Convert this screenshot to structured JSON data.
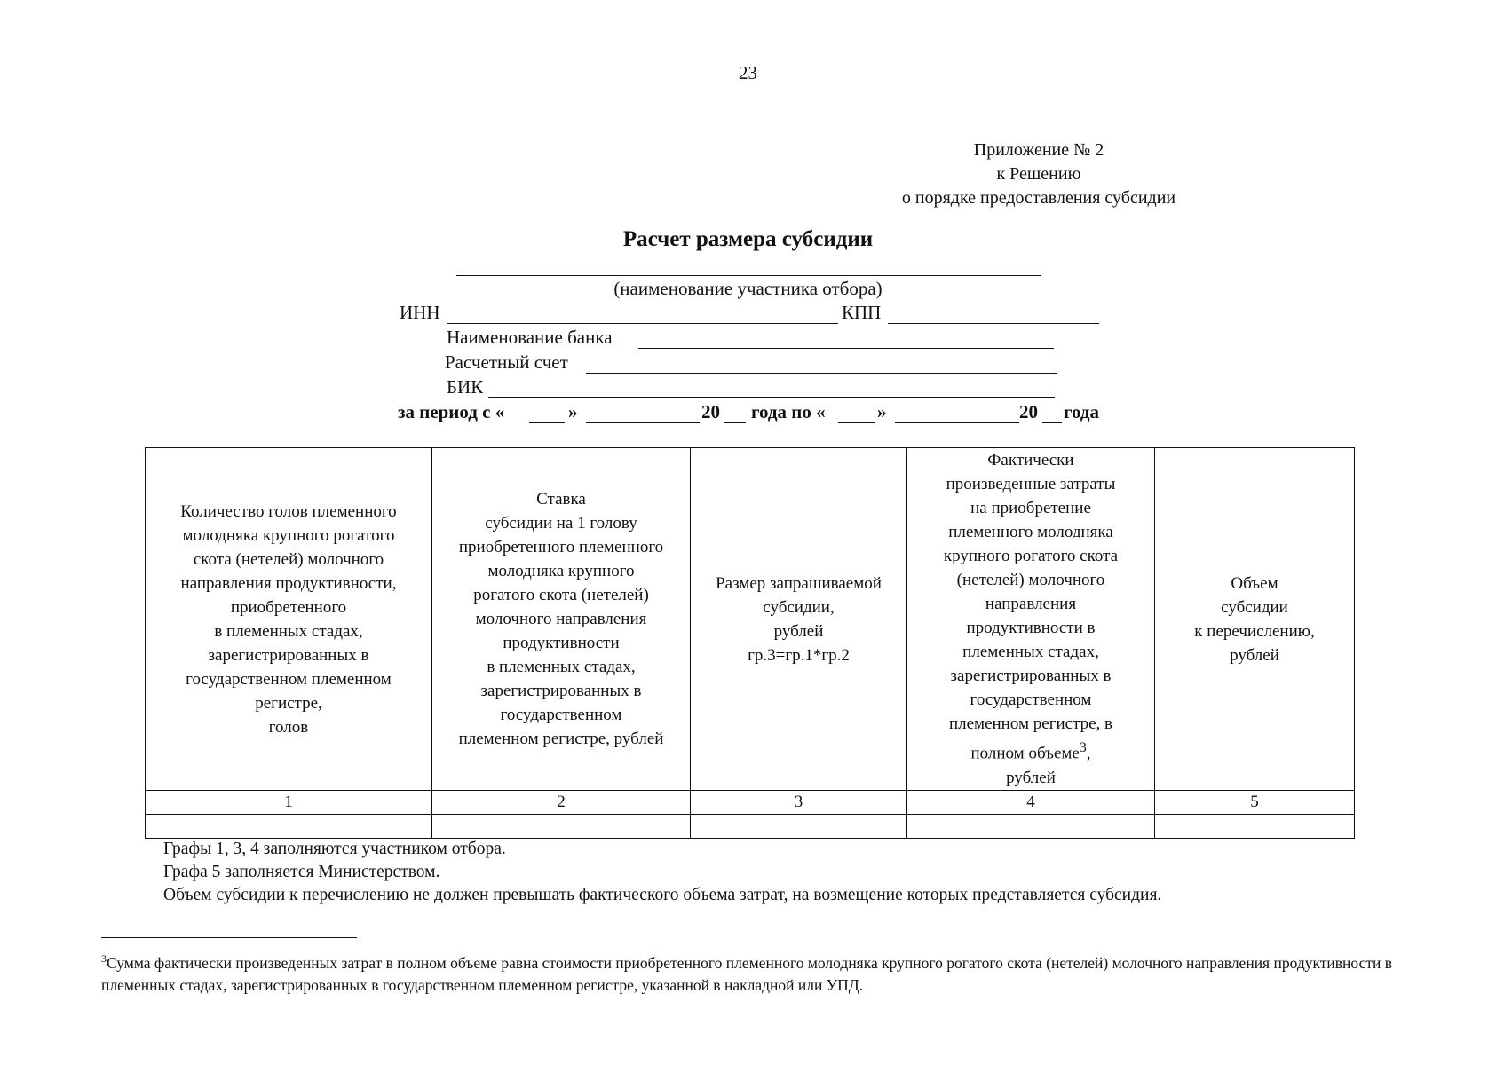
{
  "page_number": "23",
  "appendix": {
    "line1": "Приложение № 2",
    "line2": "к Решению",
    "line3": "о порядке предоставления субсидии"
  },
  "title": "Расчет размера субсидии",
  "participant_caption": "(наименование участника отбора)",
  "fields": {
    "inn_label": "ИНН",
    "kpp_label": "КПП",
    "bank_label": "Наименование банка",
    "account_label": "Расчетный счет",
    "bik_label": "БИК"
  },
  "period": {
    "from_label": "за период с «",
    "quote_close": "»",
    "year_prefix": "20",
    "year_to_label": "года по «",
    "year_suffix": "года"
  },
  "table": {
    "headers": [
      "Количество голов племенного\nмолодняка крупного рогатого\nскота (нетелей) молочного\nнаправления продуктивности,\nприобретенного\nв племенных стадах,\nзарегистрированных в\nгосударственном племенном\nрегистре,\nголов",
      "Ставка\nсубсидии на 1 голову\nприобретенного племенного\nмолодняка крупного\nрогатого скота (нетелей)\nмолочного направления\nпродуктивности\nв племенных стадах,\nзарегистрированных в\nгосударственном\nплеменном регистре, рублей",
      "Размер запрашиваемой\nсубсидии,\nрублей\nгр.3=гр.1*гр.2",
      "Фактически\nпроизведенные затраты\nна приобретение\nплеменного молодняка\nкрупного рогатого скота\n(нетелей) молочного\nнаправления\nпродуктивности в\nплеменных стадах,\nзарегистрированных в\nгосударственном\nплеменном регистре, в\nполном объеме",
      "Объем\nсубсидии\nк перечислению,\nрублей"
    ],
    "header4_sup": "3",
    "header4_tail": ",\nрублей",
    "column_numbers": [
      "1",
      "2",
      "3",
      "4",
      "5"
    ]
  },
  "notes": [
    "Графы 1, 3, 4 заполняются участником отбора.",
    "Графа 5 заполняется Министерством.",
    "Объем субсидии к перечислению не должен превышать фактического объема затрат, на возмещение которых представляется субсидия."
  ],
  "footnote": {
    "mark": "3",
    "text": "Сумма фактически произведенных затрат в полном объеме равна стоимости приобретенного племенного молодняка крупного рогатого скота (нетелей) молочного направления продуктивности в племенных стадах, зарегистрированных в государственном племенном регистре, указанной в накладной или УПД."
  }
}
